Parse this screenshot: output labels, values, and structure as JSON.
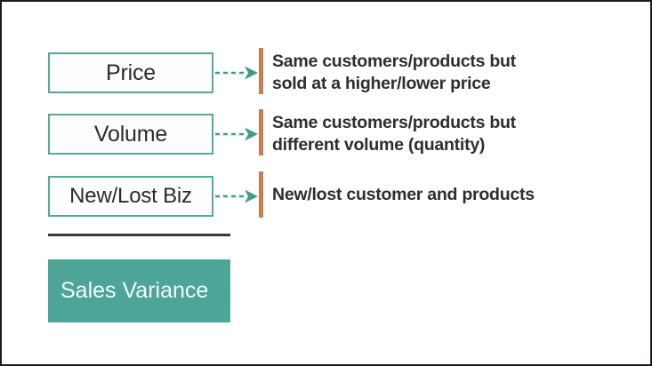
{
  "diagram": {
    "title": "Sales Variance",
    "colors": {
      "accent_teal": "#4da597",
      "box_border_teal": "#55a89a",
      "marker_orange": "#c87d51",
      "text_dark": "#2e2e2e",
      "frame": "#1b1b24",
      "canvas": "#ffffff",
      "total_text": "#f2fbfa"
    },
    "components": [
      {
        "id": "price",
        "label": "Price",
        "marker_icon": "orange-vertical-bar",
        "connector_icon": "dashed-arrow-right-icon",
        "description_lines": [
          "Same customers/products but",
          "sold at a higher/lower price"
        ]
      },
      {
        "id": "volume",
        "label": "Volume",
        "marker_icon": "orange-vertical-bar",
        "connector_icon": "dashed-arrow-right-icon",
        "description_lines": [
          "Same customers/products but",
          "different volume (quantity)"
        ]
      },
      {
        "id": "newlost",
        "label": "New/Lost Biz",
        "marker_icon": "orange-vertical-bar",
        "connector_icon": "dashed-arrow-right-icon",
        "description_lines": [
          "New/lost customer and products"
        ]
      }
    ],
    "total": {
      "label": "Sales Variance"
    }
  }
}
